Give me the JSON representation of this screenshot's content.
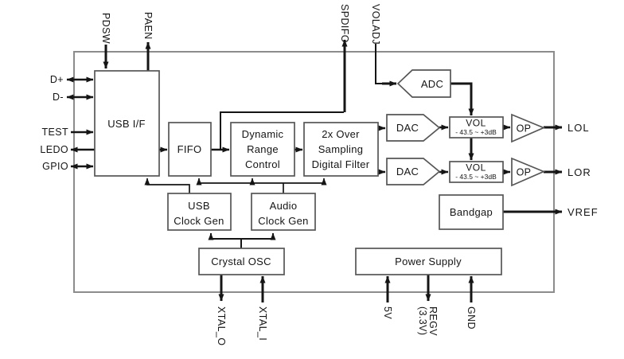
{
  "colors": {
    "background": "#ffffff",
    "line": "#151515",
    "block_border": "#565656",
    "outer_border": "#8c8c8c",
    "text": "#151515"
  },
  "blocks": {
    "usb_if": {
      "label": "USB I/F"
    },
    "fifo": {
      "label": "FIFO"
    },
    "drc": {
      "line1": "Dynamic",
      "line2": "Range",
      "line3": "Control"
    },
    "osf": {
      "line1": "2x Over",
      "line2": "Sampling",
      "line3": "Digital Filter"
    },
    "adc": {
      "label": "ADC"
    },
    "dac_left": {
      "label": "DAC"
    },
    "dac_right": {
      "label": "DAC"
    },
    "vol_left": {
      "label": "VOL",
      "range": "- 43.5 ~ +3dB"
    },
    "vol_right": {
      "label": "VOL",
      "range": "- 43.5 ~ +3dB"
    },
    "op_left": {
      "label": "OP"
    },
    "op_right": {
      "label": "OP"
    },
    "bandgap": {
      "label": "Bandgap"
    },
    "usb_clock_gen": {
      "line1": "USB",
      "line2": "Clock Gen"
    },
    "audio_clock_gen": {
      "line1": "Audio",
      "line2": "Clock Gen"
    },
    "crystal_osc": {
      "label": "Crystal OSC"
    },
    "power_supply": {
      "label": "Power Supply"
    }
  },
  "pins": {
    "pdsw": "PDSW",
    "paen": "PAEN",
    "spdifo": "SPDIFO",
    "voladj": "VOLADJ",
    "d_plus": "D+",
    "d_minus": "D-",
    "test": "TEST",
    "ledo": "LEDO",
    "gpio": "GPIO",
    "lol": "LOL",
    "lor": "LOR",
    "vref": "VREF",
    "xtal_o": "XTAL_O",
    "xtal_i": "XTAL_I",
    "v5": "5V",
    "regv": "REGV",
    "regv_sub": "(3.3V)",
    "gnd": "GND"
  }
}
